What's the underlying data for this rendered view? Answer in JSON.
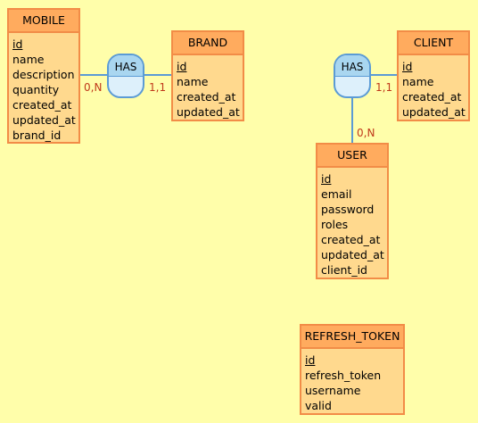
{
  "entities": {
    "mobile": {
      "name": "MOBILE",
      "attributes": [
        "id",
        "name",
        "description",
        "quantity",
        "created_at",
        "updated_at",
        "brand_id"
      ],
      "primary_key": "id"
    },
    "brand": {
      "name": "BRAND",
      "attributes": [
        "id",
        "name",
        "created_at",
        "updated_at"
      ],
      "primary_key": "id"
    },
    "client": {
      "name": "CLIENT",
      "attributes": [
        "id",
        "name",
        "created_at",
        "updated_at"
      ],
      "primary_key": "id"
    },
    "user": {
      "name": "USER",
      "attributes": [
        "id",
        "email",
        "password",
        "roles",
        "created_at",
        "updated_at",
        "client_id"
      ],
      "primary_key": "id"
    },
    "refresh_token": {
      "name": "REFRESH_TOKEN",
      "attributes": [
        "id",
        "refresh_token",
        "username",
        "valid"
      ],
      "primary_key": "id"
    }
  },
  "associations": {
    "mobile_brand": {
      "label": "HAS",
      "cardinality_mobile": "0,N",
      "cardinality_brand": "1,1"
    },
    "client_user": {
      "label": "HAS",
      "cardinality_client": "1,1",
      "cardinality_user": "0,N"
    }
  },
  "colors": {
    "background": "#fffeaa",
    "entity_header": "#ffab5e",
    "entity_body": "#ffd98e",
    "entity_border": "#f28c47",
    "association_top": "#a9d6f0",
    "association_bottom": "#ddf0fb",
    "association_border": "#5b9bd5",
    "cardinality_text": "#c0391b"
  }
}
